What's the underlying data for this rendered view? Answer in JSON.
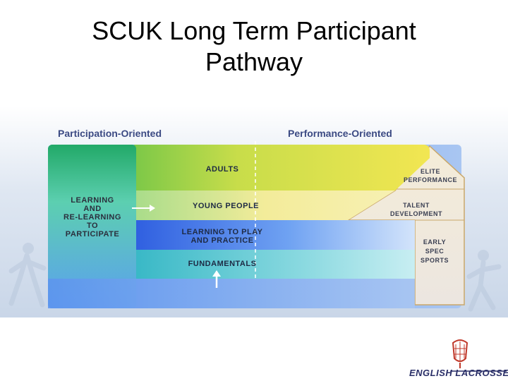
{
  "title": {
    "line1": "SCUK Long Term Participant",
    "line2": "Pathway"
  },
  "diagram": {
    "header_left": "Participation-Oriented",
    "header_right": "Performance-Oriented",
    "left_column": [
      "LEARNING",
      "AND",
      "RE-LEARNING",
      "TO",
      "PARTICIPATE"
    ],
    "rows": [
      "ADULTS",
      "YOUNG PEOPLE",
      "LEARNING TO PLAY",
      "AND PRACTICE",
      "FUNDAMENTALS"
    ],
    "pyramid": {
      "elite": [
        "ELITE",
        "PERFORMANCE"
      ],
      "talent": [
        "TALENT",
        "DEVELOPMENT"
      ],
      "early": [
        "EARLY",
        "SPEC",
        "SPORTS"
      ]
    }
  },
  "logo": {
    "text": "ENGLISH LACROSSE"
  },
  "colors": {
    "left_column": "#2fb06c",
    "adults": "#e6e14a",
    "young_people": "#f0ea84",
    "learning": "#4a79e8",
    "fundamentals": "#5bc7d2",
    "header_text": "#3b4a83"
  }
}
